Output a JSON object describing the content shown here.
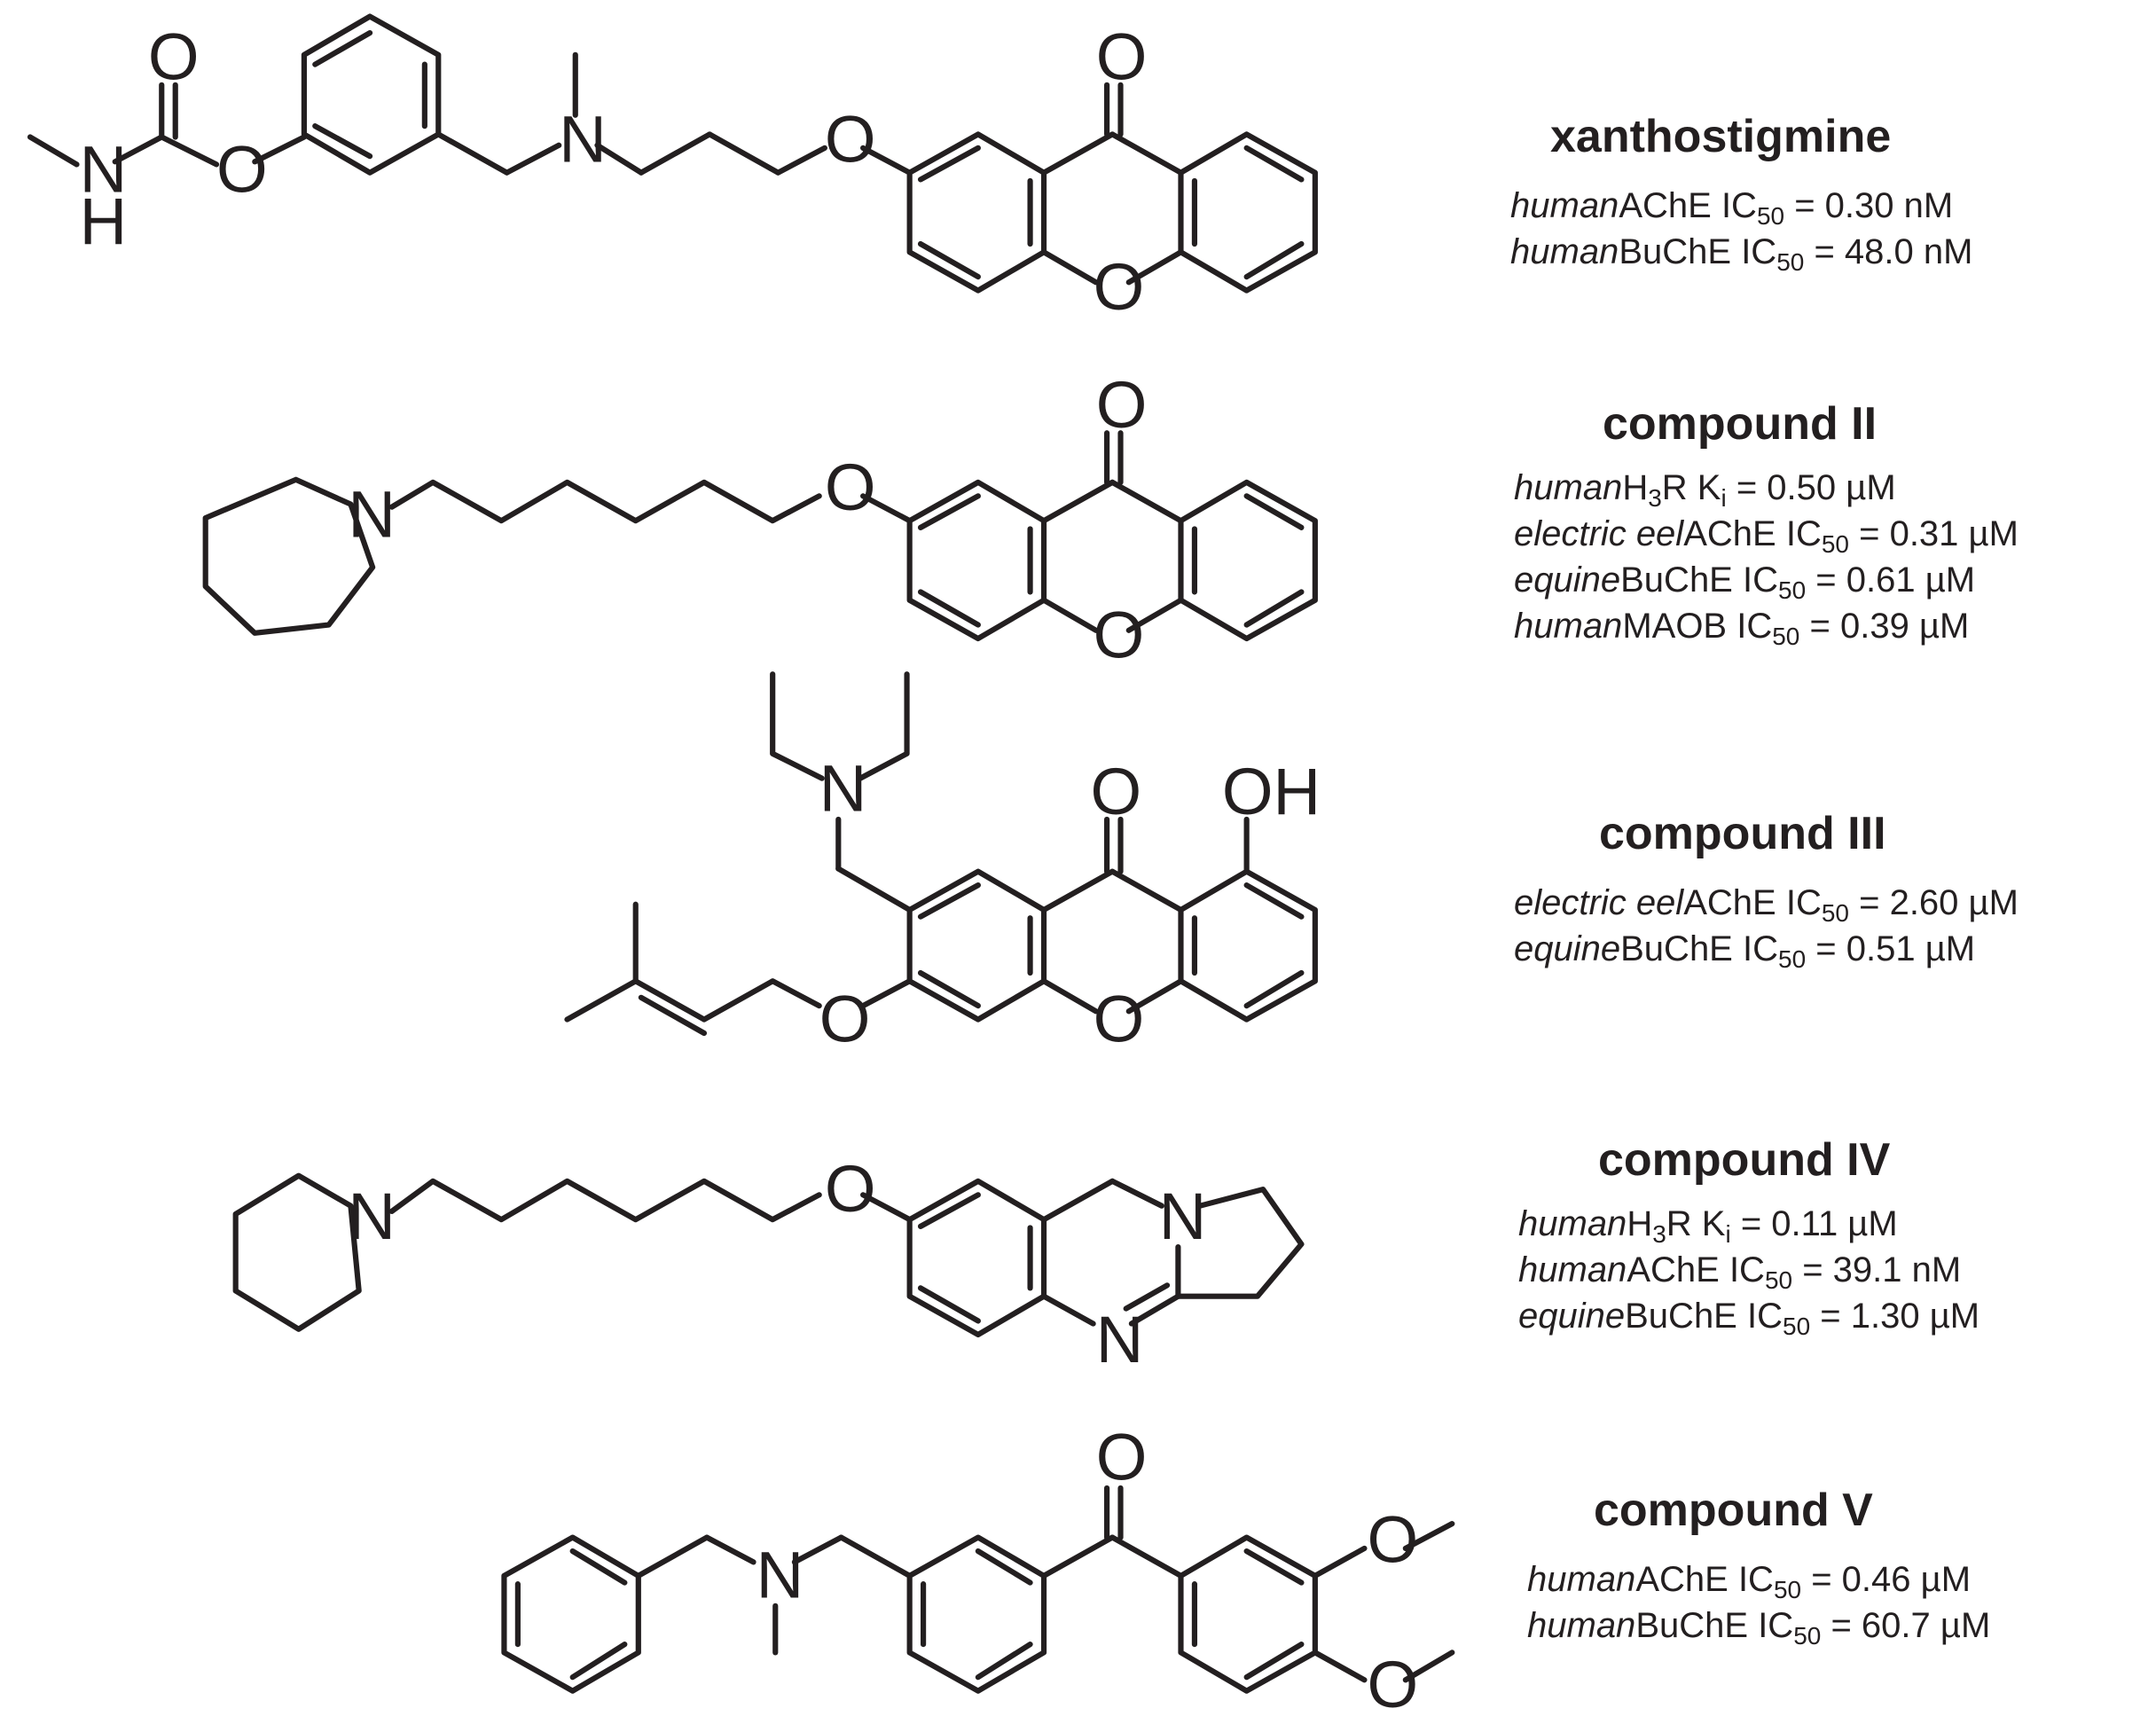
{
  "compounds": [
    {
      "name": "xanthostigmine",
      "activities": [
        {
          "species": "human",
          "target": "AChE",
          "measure": "IC",
          "sub": "50",
          "value": " = 0.30 nM"
        },
        {
          "species": "human",
          "target": "BuChE",
          "measure": "IC",
          "sub": "50",
          "value": " = 48.0 nM"
        }
      ]
    },
    {
      "name": "compound II",
      "activities": [
        {
          "species": "human",
          "target": "H",
          "target_sub": "3",
          "target_tail": "R",
          "measure": "K",
          "sub": "i",
          "value": " = 0.50 µM"
        },
        {
          "species": "electric eel",
          "target": "AChE",
          "measure": "IC",
          "sub": "50",
          "value": " = 0.31 µM"
        },
        {
          "species": "equine",
          "target": "BuChE",
          "measure": "IC",
          "sub": "50",
          "value": " = 0.61 µM"
        },
        {
          "species": "human",
          "target": "MAOB",
          "measure": "IC",
          "sub": "50",
          "value": " = 0.39 µM"
        }
      ]
    },
    {
      "name": "compound III",
      "activities": [
        {
          "species": "electric eel",
          "target": "AChE",
          "measure": "IC",
          "sub": "50",
          "value": " = 2.60 µM"
        },
        {
          "species": "equine",
          "target": "BuChE",
          "measure": "IC",
          "sub": "50",
          "value": " = 0.51 µM"
        }
      ]
    },
    {
      "name": "compound IV",
      "activities": [
        {
          "species": "human",
          "target": "H",
          "target_sub": "3",
          "target_tail": "R",
          "measure": "K",
          "sub": "i",
          "value": " = 0.11 µM"
        },
        {
          "species": "human",
          "target": "AChE",
          "measure": "IC",
          "sub": "50",
          "value": " = 39.1 nM"
        },
        {
          "species": "equine",
          "target": "BuChE",
          "measure": "IC",
          "sub": "50",
          "value": " = 1.30 µM"
        }
      ]
    },
    {
      "name": "compound V",
      "activities": [
        {
          "species": "human",
          "target": "AChE",
          "measure": "IC",
          "sub": "50",
          "value": " = 0.46 µM"
        },
        {
          "species": "human",
          "target": "BuChE",
          "measure": "IC",
          "sub": "50",
          "value": " = 60.7 µM"
        }
      ]
    }
  ],
  "atom_labels": {
    "oxygen": "O",
    "nitrogen": "N",
    "hydrogen": "H",
    "hydroxyl": "OH"
  }
}
